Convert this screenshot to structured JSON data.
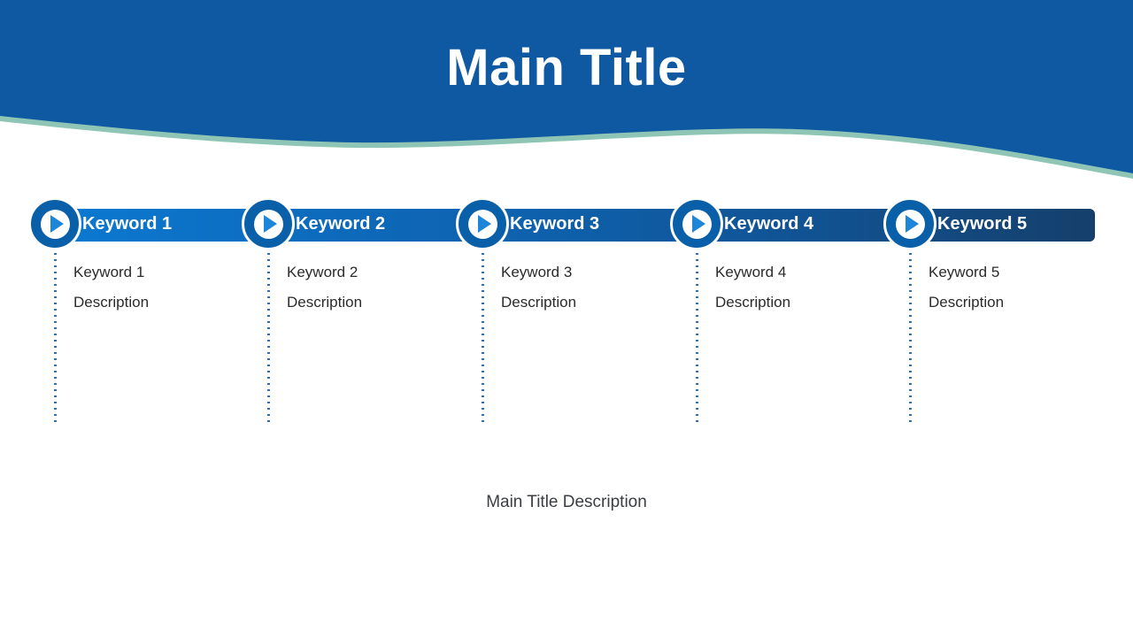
{
  "header": {
    "title": "Main Title",
    "background_color": "#0E59A1",
    "wave_accent_color": "#8FC5B4"
  },
  "subtitle": "Main Title Description",
  "timeline": {
    "bar_gradient_start": "#0B79D1",
    "bar_gradient_end": "#153F6B",
    "node_ring_color": "#0A5FA9",
    "play_icon_color": "#1E86D8",
    "dotted_line_color": "#2F6FB2",
    "node_icon": "play-icon",
    "items": [
      {
        "label": "Keyword 1",
        "description_title": "Keyword 1",
        "description": "Description"
      },
      {
        "label": "Keyword 2",
        "description_title": "Keyword 2",
        "description": "Description"
      },
      {
        "label": "Keyword 3",
        "description_title": "Keyword 3",
        "description": "Description"
      },
      {
        "label": "Keyword 4",
        "description_title": "Keyword 4",
        "description": "Description"
      },
      {
        "label": "Keyword 5",
        "description_title": "Keyword 5",
        "description": "Description"
      }
    ]
  }
}
